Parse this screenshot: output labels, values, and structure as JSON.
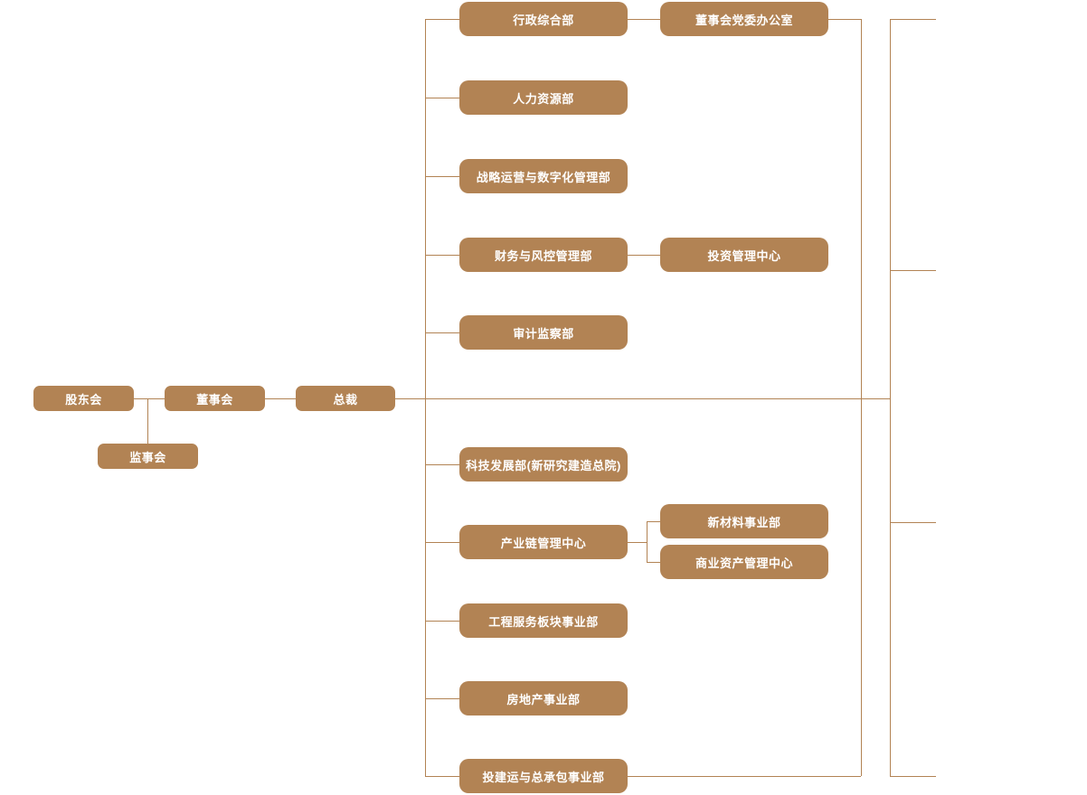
{
  "diagram": {
    "type": "org-chart",
    "colors": {
      "node_fill": "#B28354",
      "node_text": "#FFFFFF",
      "connector": "#B28354",
      "background": "#FFFFFF"
    },
    "nodes": [
      {
        "id": "shareholders-meeting",
        "label": "股东会"
      },
      {
        "id": "board-of-directors",
        "label": "董事会"
      },
      {
        "id": "president",
        "label": "总裁"
      },
      {
        "id": "supervisory-board",
        "label": "监事会"
      },
      {
        "id": "admin-general-dept",
        "label": "行政综合部"
      },
      {
        "id": "board-party-committee-office",
        "label": "董事会党委办公室"
      },
      {
        "id": "human-resources-dept",
        "label": "人力资源部"
      },
      {
        "id": "strategy-ops-digital-dept",
        "label": "战略运营与数字化管理部"
      },
      {
        "id": "finance-risk-control-dept",
        "label": "财务与风控管理部"
      },
      {
        "id": "investment-management-center",
        "label": "投资管理中心"
      },
      {
        "id": "audit-supervision-dept",
        "label": "审计监察部"
      },
      {
        "id": "tech-development-dept",
        "label": "科技发展部(新研究建造总院)"
      },
      {
        "id": "industry-chain-center",
        "label": "产业链管理中心"
      },
      {
        "id": "new-materials-division",
        "label": "新材料事业部"
      },
      {
        "id": "commercial-asset-center",
        "label": "商业资产管理中心"
      },
      {
        "id": "engineering-services-division",
        "label": "工程服务板块事业部"
      },
      {
        "id": "real-estate-division",
        "label": "房地产事业部"
      },
      {
        "id": "invest-build-operate-epc-division",
        "label": "投建运与总承包事业部"
      }
    ],
    "hierarchy": {
      "股东会": [
        "董事会",
        "监事会"
      ],
      "董事会": [
        "总裁"
      ],
      "总裁": [
        "行政综合部",
        "人力资源部",
        "战略运营与数字化管理部",
        "财务与风控管理部",
        "审计监察部",
        "科技发展部(新研究建造总院)",
        "产业链管理中心",
        "工程服务板块事业部",
        "房地产事业部",
        "投建运与总承包事业部"
      ],
      "行政综合部": [
        "董事会党委办公室"
      ],
      "财务与风控管理部": [
        "投资管理中心"
      ],
      "产业链管理中心": [
        "新材料事业部",
        "商业资产管理中心"
      ]
    }
  }
}
